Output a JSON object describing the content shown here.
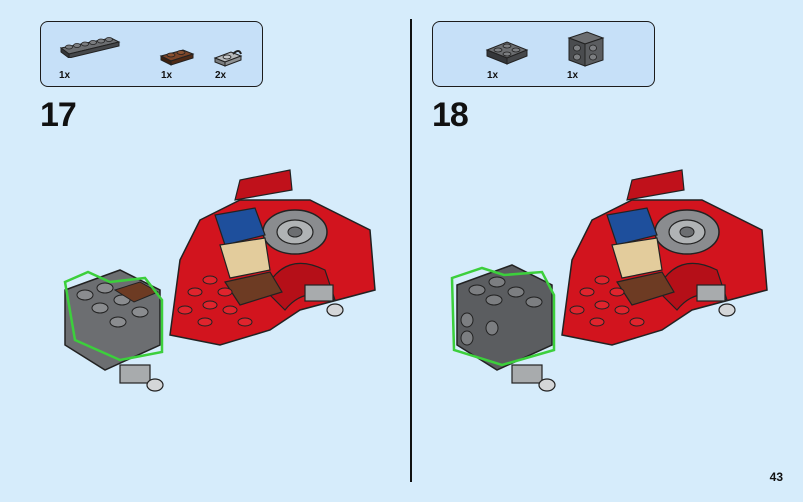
{
  "steps": [
    {
      "number": "17",
      "parts": [
        {
          "qty": "1x",
          "icon": "dark-gray-plate-1x6-icon",
          "color": "#5b5d60"
        },
        {
          "qty": "1x",
          "icon": "brown-plate-1x2-icon",
          "color": "#6d3b23"
        },
        {
          "qty": "2x",
          "icon": "light-gray-clip-plate-icon",
          "color": "#a8abad"
        }
      ]
    },
    {
      "number": "18",
      "parts": [
        {
          "qty": "1x",
          "icon": "dark-gray-plate-2x2-icon",
          "color": "#5b5d60"
        },
        {
          "qty": "1x",
          "icon": "dark-gray-bracket-icon",
          "color": "#5b5d60"
        }
      ]
    }
  ],
  "page_number": "43",
  "colors": {
    "background": "#d6ecfb",
    "callout": "#c6e0f8",
    "red": "#d2141e",
    "dark_gray": "#5b5d60",
    "light_gray": "#a8abad",
    "blue": "#1e4f9c",
    "tan": "#e3cc9c",
    "brown": "#6d3b23",
    "highlight": "#3ccf3c"
  }
}
